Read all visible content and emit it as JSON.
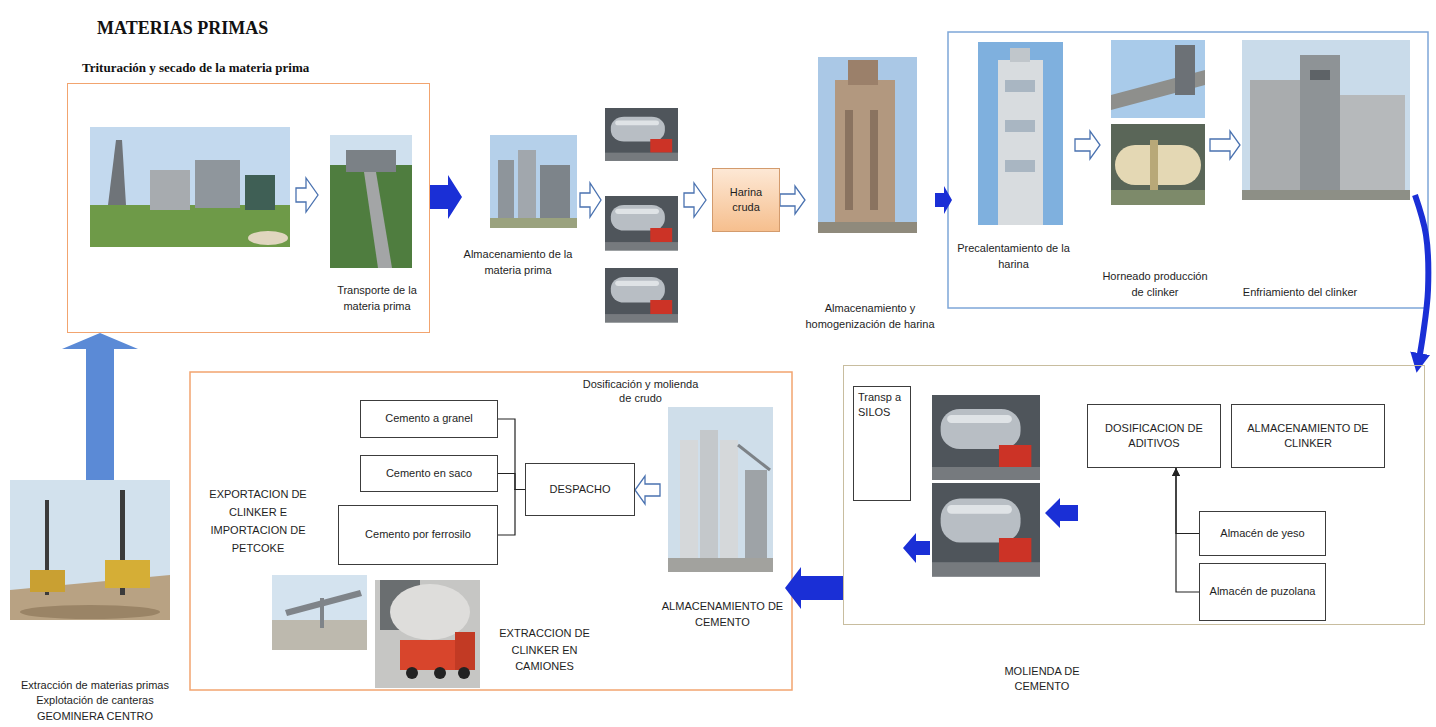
{
  "diagram": {
    "title": "MATERIAS PRIMAS",
    "nodes": [
      {
        "text": [
          "Trituración y secado de la materia prima"
        ]
      },
      {
        "text": [
          "Transporte de la materia prima"
        ],
        "in": 0
      },
      {
        "text": [
          "Almacenamiento de la materia prima"
        ]
      },
      {
        "text": [
          "Harina cruda"
        ]
      },
      {
        "text": [
          "Almacenamiento y homogenización de harina"
        ]
      },
      {
        "text": [
          "Precalentamiento de la harina"
        ]
      },
      {
        "text": [
          "Horneado producción de clinker"
        ]
      },
      {
        "text": [
          "Enfriamiento del clinker"
        ]
      },
      {
        "text": [
          "MOLIENDA DE CEMENTO"
        ]
      },
      {
        "text": [
          "Transp a SILOS"
        ],
        "in": 8
      },
      {
        "text": [
          "DOSIFICACION DE ADITIVOS"
        ],
        "in": 8
      },
      {
        "text": [
          "ALMACENAMIENTO DE CLINKER"
        ],
        "in": 8
      },
      {
        "text": [
          "Almacén de yeso"
        ],
        "in": 8
      },
      {
        "text": [
          "Almacén de puzolana"
        ],
        "in": 8
      },
      {
        "text": [
          "ALMACENAMIENTO DE CEMENTO"
        ]
      },
      {
        "text": [
          "DESPACHO"
        ]
      },
      {
        "text": [
          "Cemento a granel"
        ]
      },
      {
        "text": [
          "Cemento en saco"
        ]
      },
      {
        "text": [
          "Cemento por ferrosilo"
        ]
      },
      {
        "text": [
          "Extracción de materias primas",
          "Explotación de canteras",
          "GEOMINERA CENTRO"
        ]
      }
    ],
    "edges": [
      {
        "from": 19,
        "to": 0,
        "arrow": "to"
      },
      {
        "from": 0,
        "to": 2,
        "arrow": "to"
      },
      {
        "from": 3,
        "to": 4,
        "arrow": "to"
      },
      {
        "from": 4,
        "to": 5,
        "arrow": "to"
      },
      {
        "from": 5,
        "to": 6,
        "arrow": "to"
      },
      {
        "from": 6,
        "to": 7,
        "arrow": "to"
      },
      {
        "from": 7,
        "to": 8,
        "arrow": "to"
      },
      {
        "from": 12,
        "to": 10,
        "arrow": "to"
      },
      {
        "from": 13,
        "to": 10,
        "arrow": "to"
      },
      {
        "from": 8,
        "to": 14,
        "arrow": "to"
      },
      {
        "from": 14,
        "to": 15,
        "arrow": "to"
      },
      {
        "from": 15,
        "to": 16,
        "arrow": "none"
      },
      {
        "from": 15,
        "to": 17,
        "arrow": "none"
      },
      {
        "from": 15,
        "to": 18,
        "arrow": "none"
      }
    ],
    "labels": [
      "Dosificación y molienda de crudo",
      "EXPORTACION DE CLINKER E IMPORTACION DE PETCOKE",
      "EXTRACCION DE CLINKER EN CAMIONES"
    ]
  }
}
